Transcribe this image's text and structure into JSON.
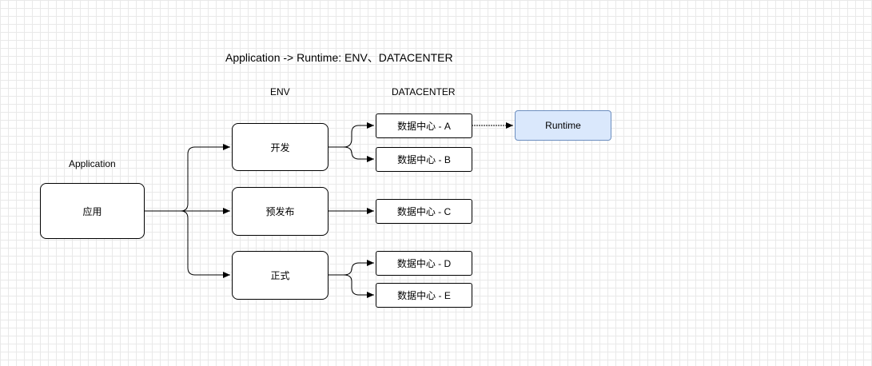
{
  "title": "Application -> Runtime:  ENV、DATACENTER",
  "column_labels": {
    "application": "Application",
    "env": "ENV",
    "datacenter": "DATACENTER"
  },
  "nodes": {
    "app": "应用",
    "env_dev": "开发",
    "env_pre": "预发布",
    "env_prod": "正式",
    "dc_a": "数据中心 - A",
    "dc_b": "数据中心 - B",
    "dc_c": "数据中心 - C",
    "dc_d": "数据中心 - D",
    "dc_e": "数据中心 - E",
    "runtime": "Runtime"
  },
  "colors": {
    "runtime_fill": "#dae8fc",
    "runtime_stroke": "#6c8ebf",
    "edge": "#000000",
    "grid": "#e9e9e9"
  }
}
